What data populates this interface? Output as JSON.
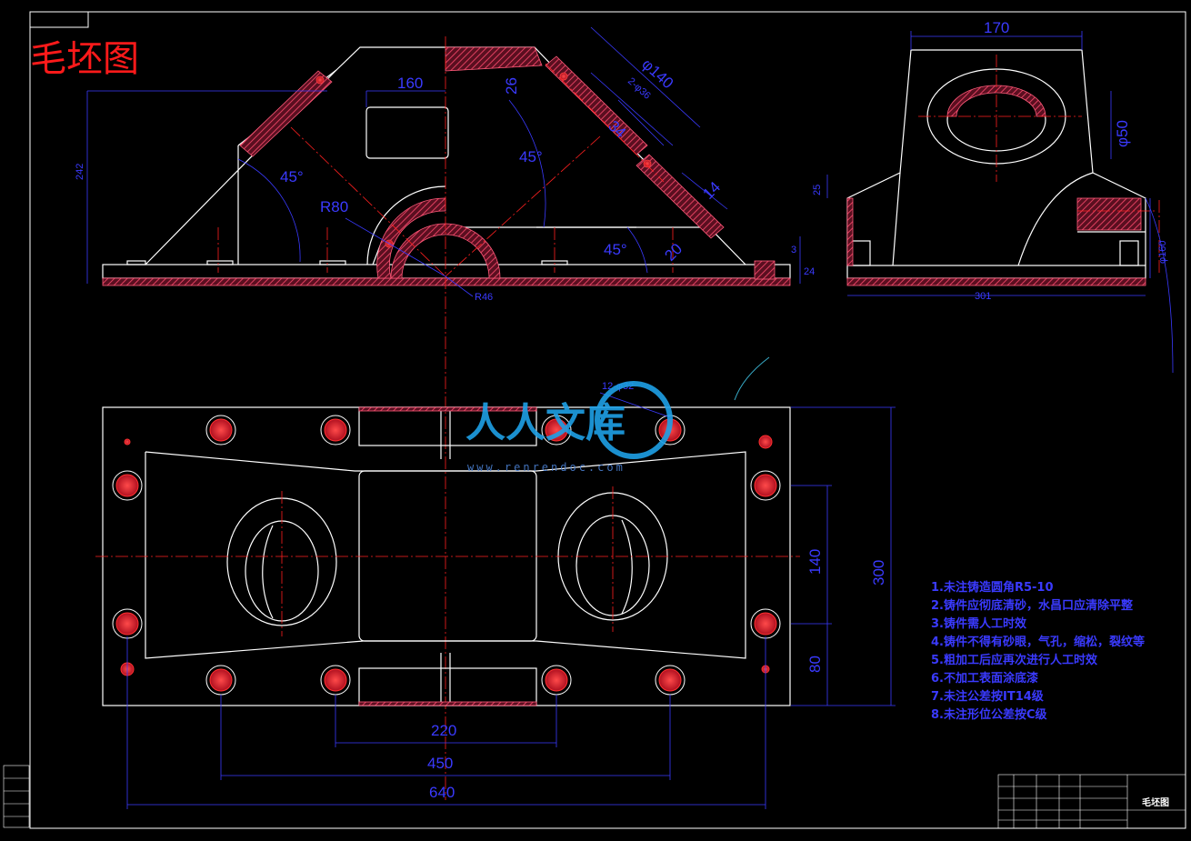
{
  "title": "毛坯图",
  "front_view": {
    "dims": {
      "d160": "160",
      "d26": "26",
      "d242": "242",
      "ang1": "45°",
      "ang2": "45°",
      "ang3": "45°",
      "r80": "R80",
      "r46": "R46",
      "phi140": "φ140",
      "holes": "2-φ36",
      "d34": "34",
      "d14": "14",
      "d20": "20",
      "d3": "3",
      "d24": "24"
    }
  },
  "side_view": {
    "dims": {
      "d170": "170",
      "phi50": "φ50",
      "d25": "25",
      "d301": "301",
      "phi160": "φ160"
    }
  },
  "top_view": {
    "dims": {
      "holes": "12-φ32",
      "d140": "140",
      "d300": "300",
      "d80": "80",
      "d220": "220",
      "d450": "450",
      "d640": "640"
    }
  },
  "notes": [
    "1.未注铸造圆角R5-10",
    "2.铸件应彻底清砂，水昌口应清除平整",
    "3.铸件需人工时效",
    "4.铸件不得有砂眼，气孔，缩松，裂纹等",
    "5.粗加工后应再次进行人工时效",
    "6.不加工表面涂底漆",
    "7.未注公差按IT14级",
    "8.未注形位公差按C级"
  ],
  "watermark": {
    "brand": "人人文库",
    "url": "www.renrendoc.com"
  },
  "title_block": {
    "name": "毛坯图"
  },
  "colors": {
    "background": "#000000",
    "outline": "#ffffff",
    "dimension": "#3a3aff",
    "centerline": "#ff2020",
    "hatch": "#c03050"
  }
}
